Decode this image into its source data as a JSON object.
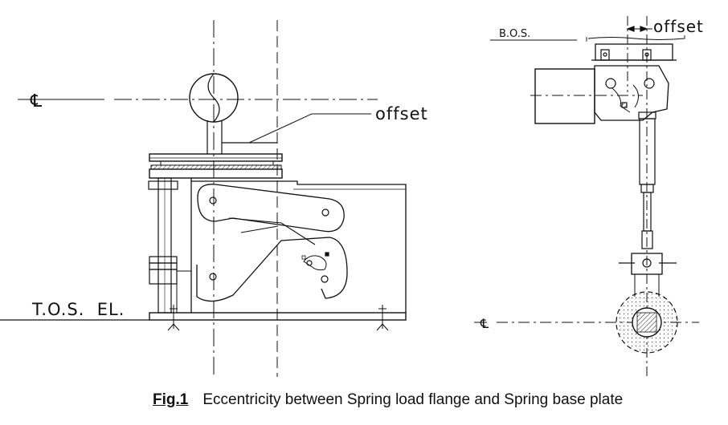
{
  "labels": {
    "offset_left": "offset",
    "offset_right": "offset",
    "bos": "B.O.S.",
    "tos": "T.O.S.  EL.",
    "centerline_symbol": "℄"
  },
  "caption": {
    "fig": "Fig.1",
    "text": "Eccentricity between Spring load flange and Spring base plate"
  }
}
